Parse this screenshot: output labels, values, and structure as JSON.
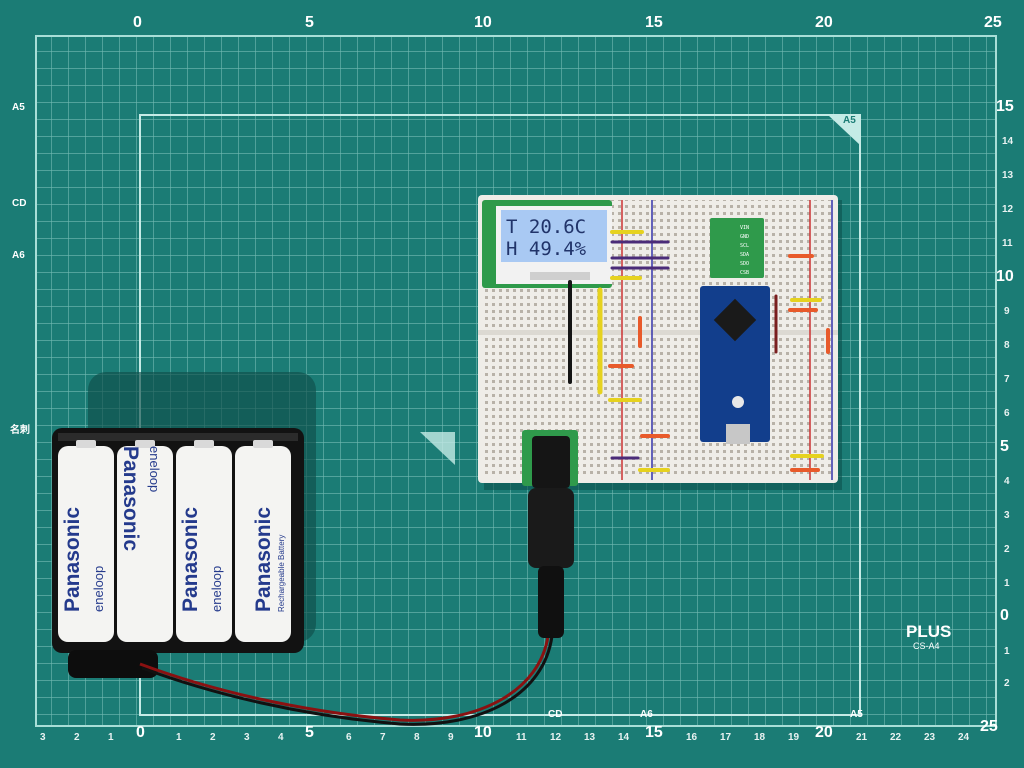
{
  "mat": {
    "brand": "PLUS",
    "model": "CS-A4",
    "corner_label": "A5",
    "top_numbers": [
      "0",
      "5",
      "10",
      "15",
      "20",
      "25"
    ],
    "bottom_numbers": [
      "0",
      "5",
      "10",
      "15",
      "20",
      "25"
    ],
    "bottom_small_numbers": [
      "3",
      "2",
      "1",
      "1",
      "2",
      "3",
      "4",
      "6",
      "7",
      "8",
      "9",
      "11",
      "12",
      "13",
      "14",
      "16",
      "17",
      "18",
      "19",
      "21",
      "22",
      "23",
      "24"
    ],
    "bottom_labels": [
      "CD",
      "A6",
      "A5"
    ],
    "right_numbers": [
      "15",
      "14",
      "13",
      "12",
      "11",
      "10",
      "9",
      "8",
      "7",
      "6",
      "5",
      "4",
      "3",
      "2",
      "1",
      "0",
      "1",
      "2"
    ],
    "left_labels": [
      "A5",
      "CD",
      "A6",
      "名刺"
    ],
    "colors": {
      "mat": "#1b7c75",
      "grid": "#9fd6cf"
    }
  },
  "lcd": {
    "line1": "T  20.6C",
    "line2": "H  49.4%"
  },
  "batteries": {
    "brand": "Panasonic",
    "sub": "eneloop",
    "sub_note": "Rechargeable Battery",
    "count": 4
  },
  "sensor_board": {
    "pins": [
      "VIN",
      "GND",
      "SCL",
      "SDA",
      "SDO",
      "CSB"
    ]
  }
}
